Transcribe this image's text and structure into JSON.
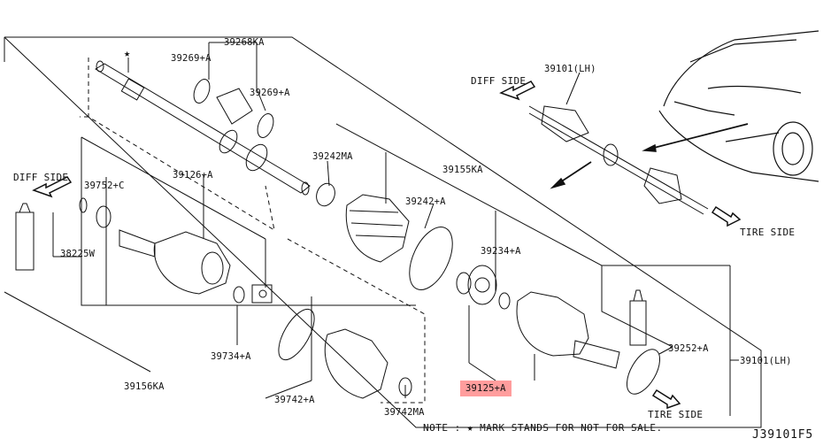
{
  "labels": {
    "p39268ka": "39268KA",
    "p39269a_top": "39269+A",
    "p39269a_bottom": "39269+A",
    "p39242ma": "39242MA",
    "p39155ka": "39155KA",
    "p39242a": "39242+A",
    "p39126a": "39126+A",
    "p39752c": "39752+C",
    "p38225w": "38225W",
    "p39234a": "39234+A",
    "p39734a": "39734+A",
    "p39742a": "39742+A",
    "p39742ma": "39742MA",
    "p39156ka": "39156KA",
    "p39125a": "39125+A",
    "p39252a": "39252+A",
    "p39101lh_right": "39101(LH)",
    "p39101lh_top": "39101(LH)"
  },
  "directions": {
    "diff_side_left": "DIFF SIDE",
    "diff_side_top": "DIFF SIDE",
    "tire_side_right": "TIRE SIDE",
    "tire_side_bottom": "TIRE SIDE"
  },
  "note": "NOTE : ★ MARK STANDS FOR NOT FOR SALE.",
  "star_symbol": "★",
  "diagram_code": "J39101F5",
  "highlight_color": "#ff9d9d"
}
